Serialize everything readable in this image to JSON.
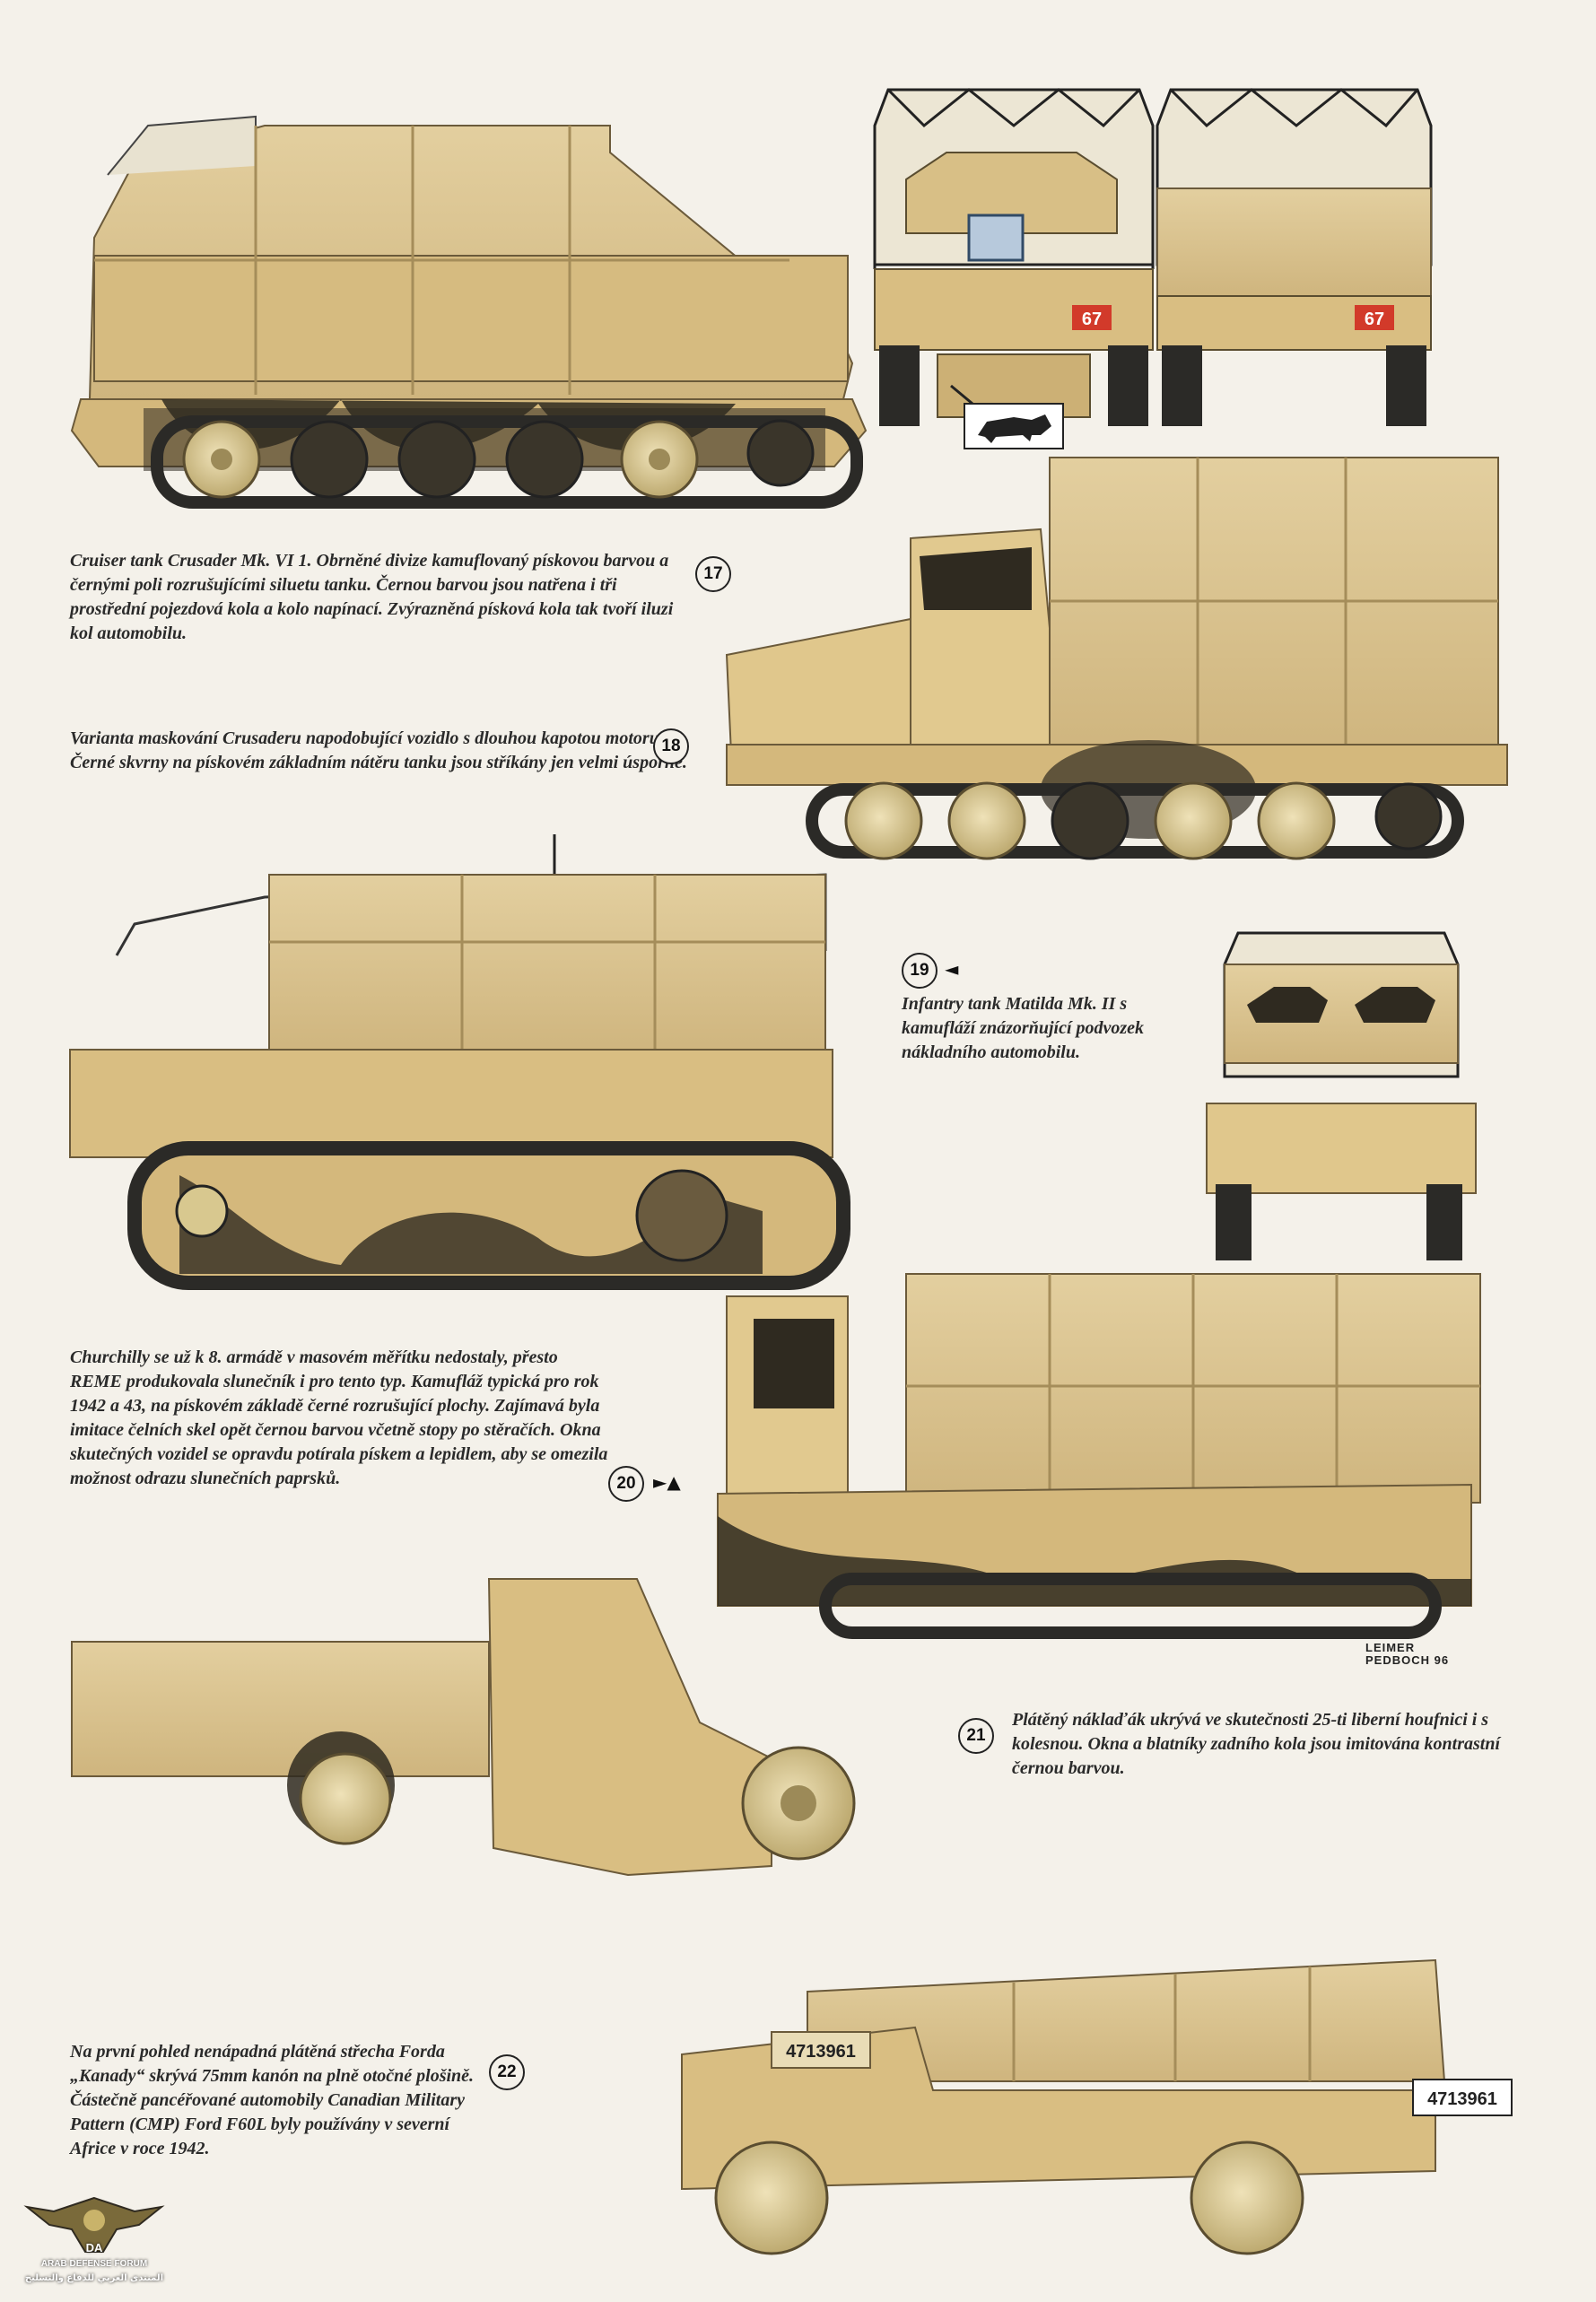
{
  "plates": [
    {
      "number": "17",
      "caption": "Cruiser tank Crusader Mk. VI 1. Obrněné divize kamuflovaný pískovou barvou a černými poli rozrušujícími siluetu tanku. Černou barvou jsou natřena i tři prostřední pojezdová kola a kolo napínací. Zvýrazněná písková kola tak tvoří iluzi kol automobilu."
    },
    {
      "number": "18",
      "caption": "Varianta maskování Crusaderu napodobující vozidlo s dlouhou kapotou motoru. Černé skvrny na pískovém základním nátěru tanku jsou stříkány jen velmi úsporně."
    },
    {
      "number": "19",
      "arrow": "◄",
      "caption": "Infantry tank Matilda Mk. II s kamufláží znázorňující podvozek nákladního automobilu."
    },
    {
      "number": "20",
      "arrow": "►▲",
      "caption": "Churchilly se už k 8. armádě v masovém měřítku nedostaly, přesto REME produkovala slunečník i pro tento typ. Kamufláž typická pro rok 1942 a 43, na pískovém základě černé rozrušující plochy. Zajímavá byla imitace čelních skel opět černou barvou včetně stopy po stěračích. Okna skutečných vozidel se opravdu potírala pískem a lepidlem, aby se omezila možnost odrazu slunečních paprsků."
    },
    {
      "number": "21",
      "caption": "Plátěný náklaďák ukrývá ve skutečnosti 25-ti liberní houfnici i s kolesnou. Okna a blatníky zadního kola jsou imitována kontrastní černou barvou."
    },
    {
      "number": "22",
      "caption": "Na první pohled nenápadná plátěná střecha Forda „Kanady“ skrývá 75mm kanón na plně otočné plošině. Částečně pancéřované automobily Canadian Military Pattern (CMP) Ford F60L byly používány v severní Africe v roce 1942."
    }
  ],
  "markings": {
    "tank_number": "67",
    "truck_serial": "4713961"
  },
  "signature": {
    "line1": "LEIMER",
    "line2": "PEDBOCH 96"
  },
  "logo": {
    "initials": "DA",
    "name": "ARAB DEFENSE FORUM",
    "subtitle": "المنتدى العربي للدفاع والتسليح"
  },
  "colors": {
    "page_bg": "#f4f1ea",
    "sand": "#d9be82",
    "sand_light": "#e6d3a4",
    "canvas": "#d7c08e",
    "dark": "#2f2a20",
    "wheel": "#d8c88f",
    "track": "#2b2a27",
    "red_mark": "#d23a2a"
  }
}
